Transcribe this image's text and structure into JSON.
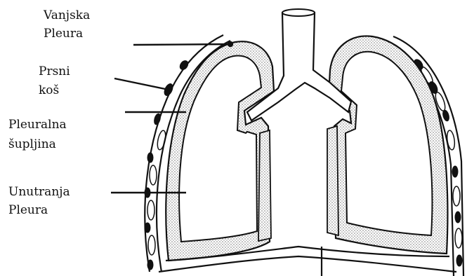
{
  "labels": {
    "outer_pleura": [
      "Vanjska",
      "Pleura"
    ],
    "chest_wall": [
      "Prsni",
      "koš"
    ],
    "pleural_cavity": [
      "Pleuralna",
      "šupljina"
    ],
    "inner_pleura": [
      "Unutranja",
      "Pleura"
    ]
  },
  "colors": {
    "ink": "#111111",
    "stipple": "#8a8a8a",
    "background": "#ffffff"
  }
}
